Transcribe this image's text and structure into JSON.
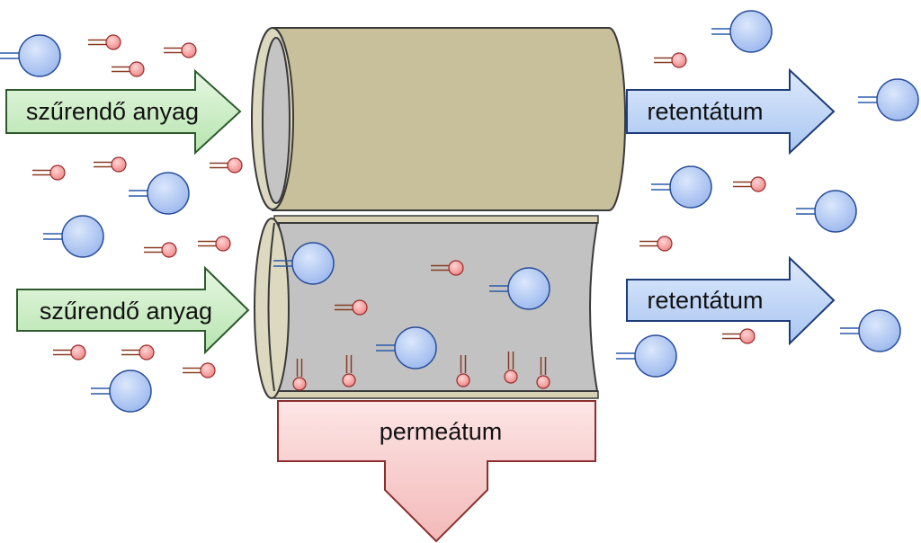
{
  "labels": {
    "feed_top": "szűrendő anyag",
    "feed_bottom": "szűrendő anyag",
    "retentate_top": "retentátum",
    "retentate_bottom": "retentátum",
    "permeate": "permeátum"
  },
  "colors": {
    "feed_arrow_fill": "#cdeec8",
    "feed_arrow_stroke": "#2e5a2e",
    "retentate_arrow_fill": "#c4d8f6",
    "retentate_arrow_stroke": "#1e3c78",
    "permeate_arrow_fill": "#f7cfcf",
    "permeate_arrow_stroke": "#8a2e2e",
    "tube_outer": "#c7bf98",
    "tube_inner": "#c2c2c2",
    "large_particle": "#a9c3f0",
    "small_particle": "#f29a9a"
  }
}
